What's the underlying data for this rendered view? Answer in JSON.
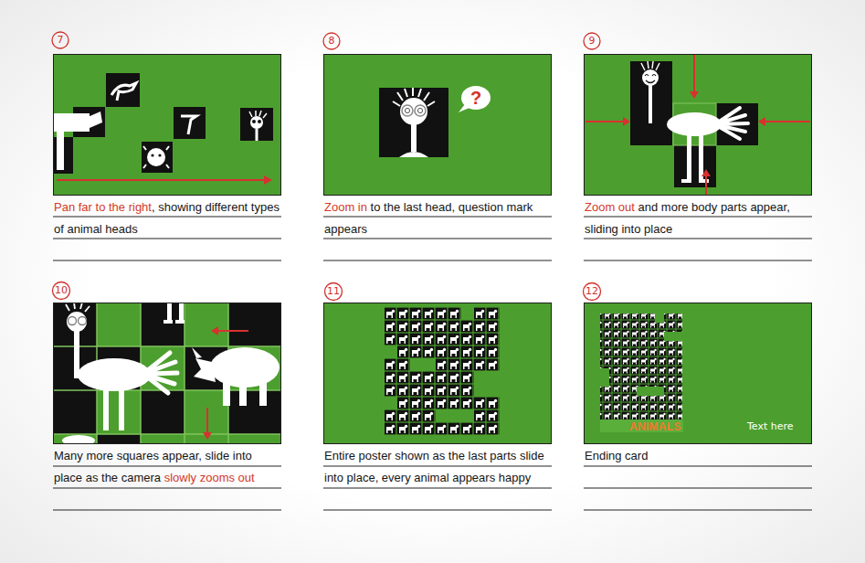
{
  "diagram": {
    "nodes": [
      {
        "text": [
          "7",
          "Pan far to the right",
          ", showing different types of animal heads"
        ]
      },
      {
        "text": [
          "8",
          "Zoom in",
          "to the last head, question mark appears"
        ]
      },
      {
        "text": [
          "?"
        ],
        "in": 1
      },
      {
        "text": [
          "9",
          "Zoom out",
          "and more body parts appear, sliding into place"
        ]
      },
      {
        "text": [
          "10",
          "Many more squares appear, slide into place as the camera",
          "slowly zooms out"
        ]
      },
      {
        "text": [
          "11",
          "Entire poster shown as the last parts slide into place, every animal appears happy"
        ]
      },
      {
        "text": [
          "12",
          "ANIMALS",
          "Text here",
          "Ending card"
        ]
      }
    ]
  }
}
